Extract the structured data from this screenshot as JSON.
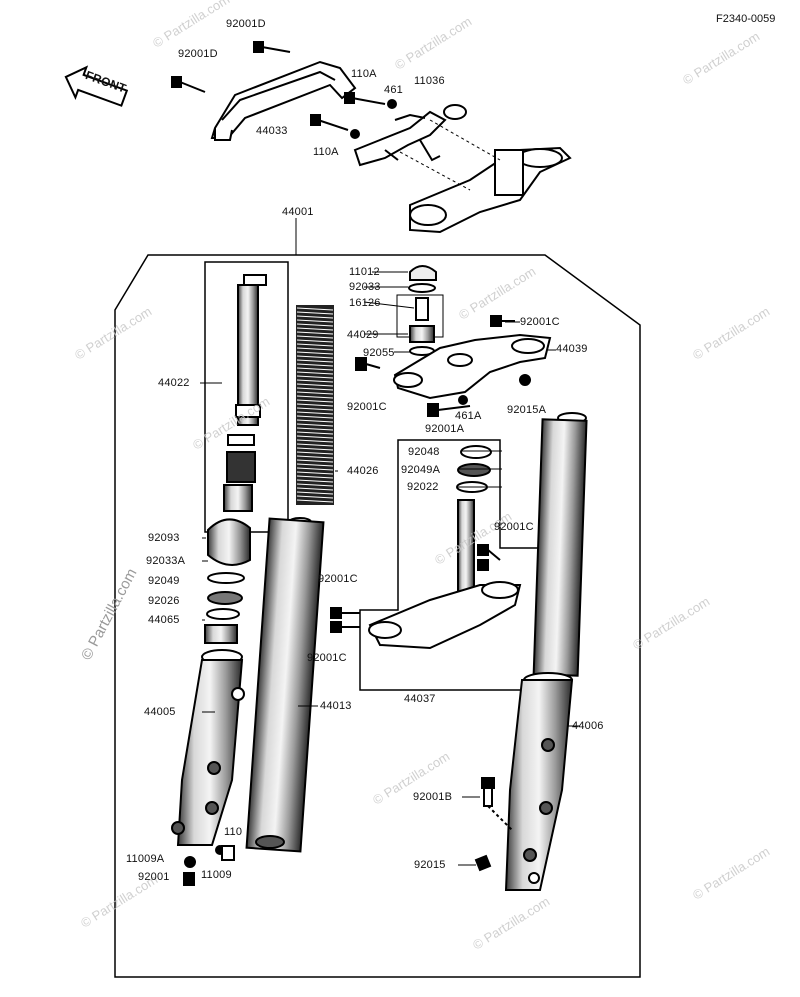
{
  "drawing_number": "F2340-0059",
  "front_label": "FRONT",
  "watermark": "© Partzilla.com",
  "watermark_vertical": "© Partzilla.com",
  "parts": {
    "p92001D_a": "92001D",
    "p92001D_b": "92001D",
    "p44033": "44033",
    "p110A_a": "110A",
    "p461": "461",
    "p11036": "11036",
    "p110A_b": "110A",
    "p44001": "44001",
    "p11012": "11012",
    "p92033": "92033",
    "p16126": "16126",
    "p44029": "44029",
    "p92001C_a": "92001C",
    "p92055": "92055",
    "p44039": "44039",
    "p92001C_b": "92001C",
    "p461A": "461A",
    "p92015A": "92015A",
    "p92001A": "92001A",
    "p44022": "44022",
    "p44026": "44026",
    "p92048": "92048",
    "p92049A": "92049A",
    "p92022": "92022",
    "p92093": "92093",
    "p92001C_c": "92001C",
    "p92033A": "92033A",
    "p92049": "92049",
    "p92026": "92026",
    "p92001C_d": "92001C",
    "p44065": "44065",
    "p92001C_e": "92001C",
    "p44037": "44037",
    "p44005": "44005",
    "p44013": "44013",
    "p44006": "44006",
    "p92001B": "92001B",
    "p110": "110",
    "p11009A": "11009A",
    "p92001": "92001",
    "p11009": "11009",
    "p92015": "92015"
  }
}
